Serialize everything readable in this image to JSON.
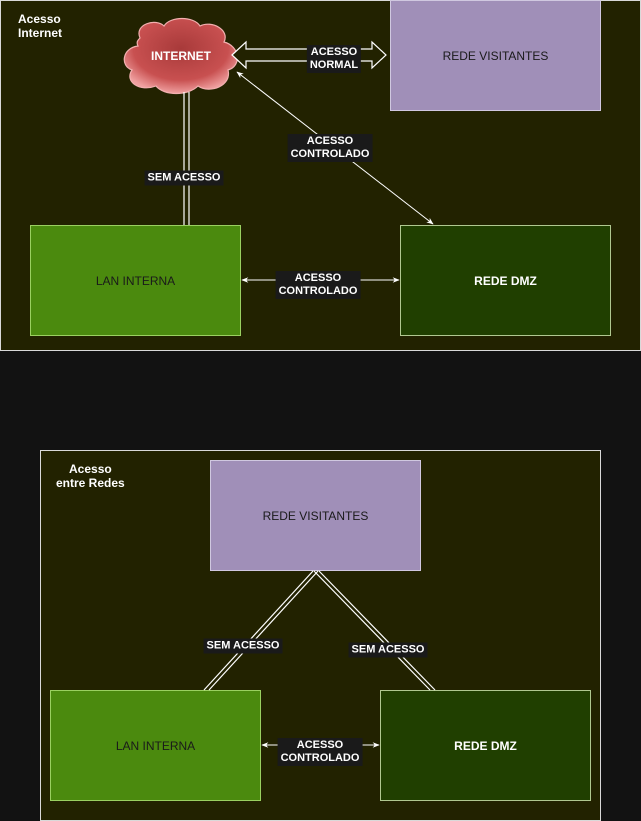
{
  "panel1": {
    "title": "Acesso\nInternet",
    "internet": "INTERNET",
    "visitantes": "REDE VISITANTES",
    "lan": "LAN INTERNA",
    "dmz": "REDE DMZ",
    "label_normal": "ACESSO\nNORMAL",
    "label_controlado_inet": "ACESSO\nCONTROLADO",
    "label_sem_acesso": "SEM ACESSO",
    "label_controlado_lan": "ACESSO\nCONTROLADO"
  },
  "panel2": {
    "title": "Acesso\nentre Redes",
    "visitantes": "REDE VISITANTES",
    "lan": "LAN INTERNA",
    "dmz": "REDE DMZ",
    "label_sem_acesso_lan": "SEM ACESSO",
    "label_sem_acesso_dmz": "SEM ACESSO",
    "label_controlado": "ACESSO\nCONTROLADO"
  },
  "colors": {
    "panel_bg": "#222200",
    "visitantes": "#a08fb8",
    "lan": "#4b8a0e",
    "dmz": "#203f00",
    "cloud": "#c04848"
  }
}
